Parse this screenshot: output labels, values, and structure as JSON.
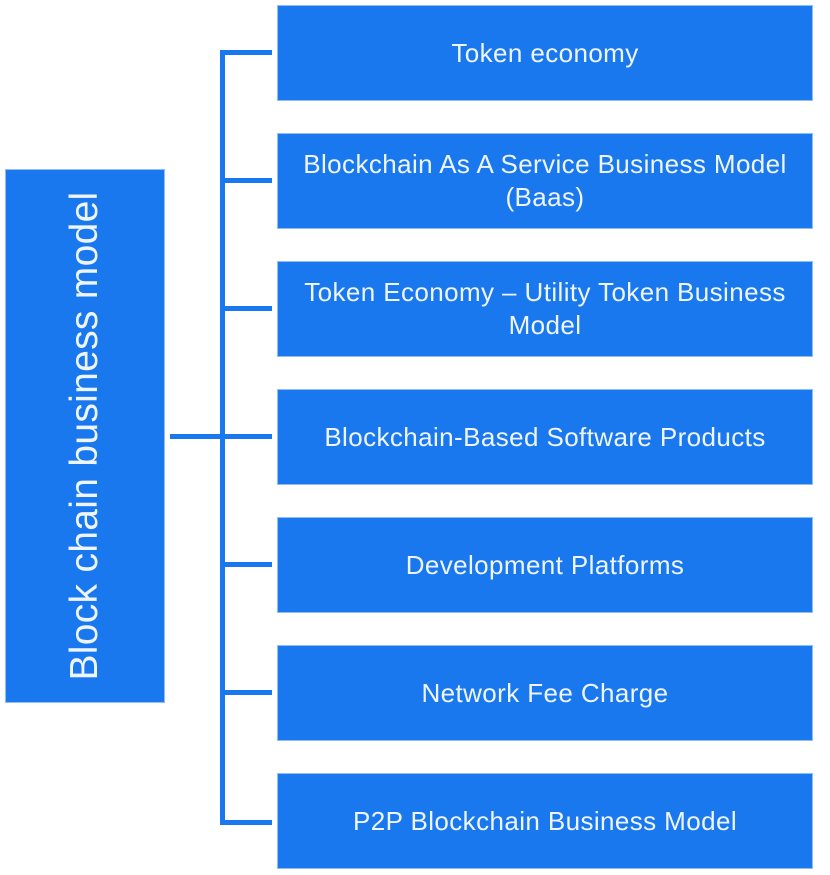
{
  "diagram": {
    "title": "Block chain business model",
    "colors": {
      "box_fill": "#1a78ee",
      "connector": "#1a78ee",
      "text": "#eef5ff",
      "background": "#ffffff"
    },
    "root": {
      "label": "Block chain business model"
    },
    "children": [
      {
        "label": "Token economy"
      },
      {
        "label": "Blockchain As A Service Business Model (Baas)"
      },
      {
        "label": "Token Economy – Utility Token Business Model"
      },
      {
        "label": "Blockchain-Based Software Products"
      },
      {
        "label": "Development Platforms"
      },
      {
        "label": "Network Fee Charge"
      },
      {
        "label": "P2P Blockchain Business Model"
      }
    ]
  }
}
